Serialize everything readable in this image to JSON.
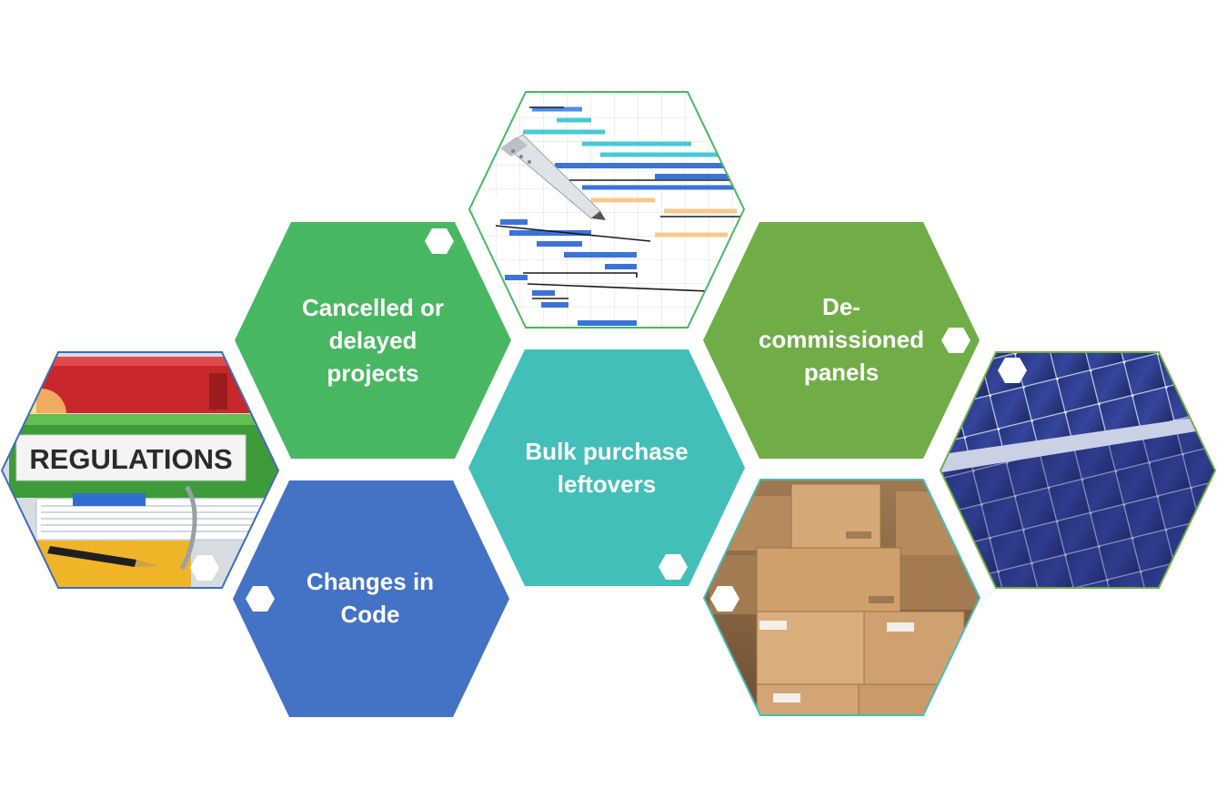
{
  "diagram": {
    "hexagons": [
      {
        "id": "cancelled",
        "lines": [
          "Cancelled or",
          "delayed",
          "projects"
        ],
        "color": "#48b762"
      },
      {
        "id": "decommissioned",
        "lines": [
          "De-",
          "commissioned",
          "panels"
        ],
        "color": "#70ad47"
      },
      {
        "id": "bulk",
        "lines": [
          "Bulk purchase",
          "leftovers"
        ],
        "color": "#43bfb9"
      },
      {
        "id": "code",
        "lines": [
          "Changes in",
          "Code"
        ],
        "color": "#4472c4"
      }
    ],
    "images": [
      {
        "id": "regulations",
        "label": "REGULATIONS",
        "border": "#3d6bbf"
      },
      {
        "id": "gantt",
        "border": "#48b762"
      },
      {
        "id": "solar",
        "border": "#70ad47"
      },
      {
        "id": "boxes",
        "border": "#43bfb9"
      }
    ]
  }
}
